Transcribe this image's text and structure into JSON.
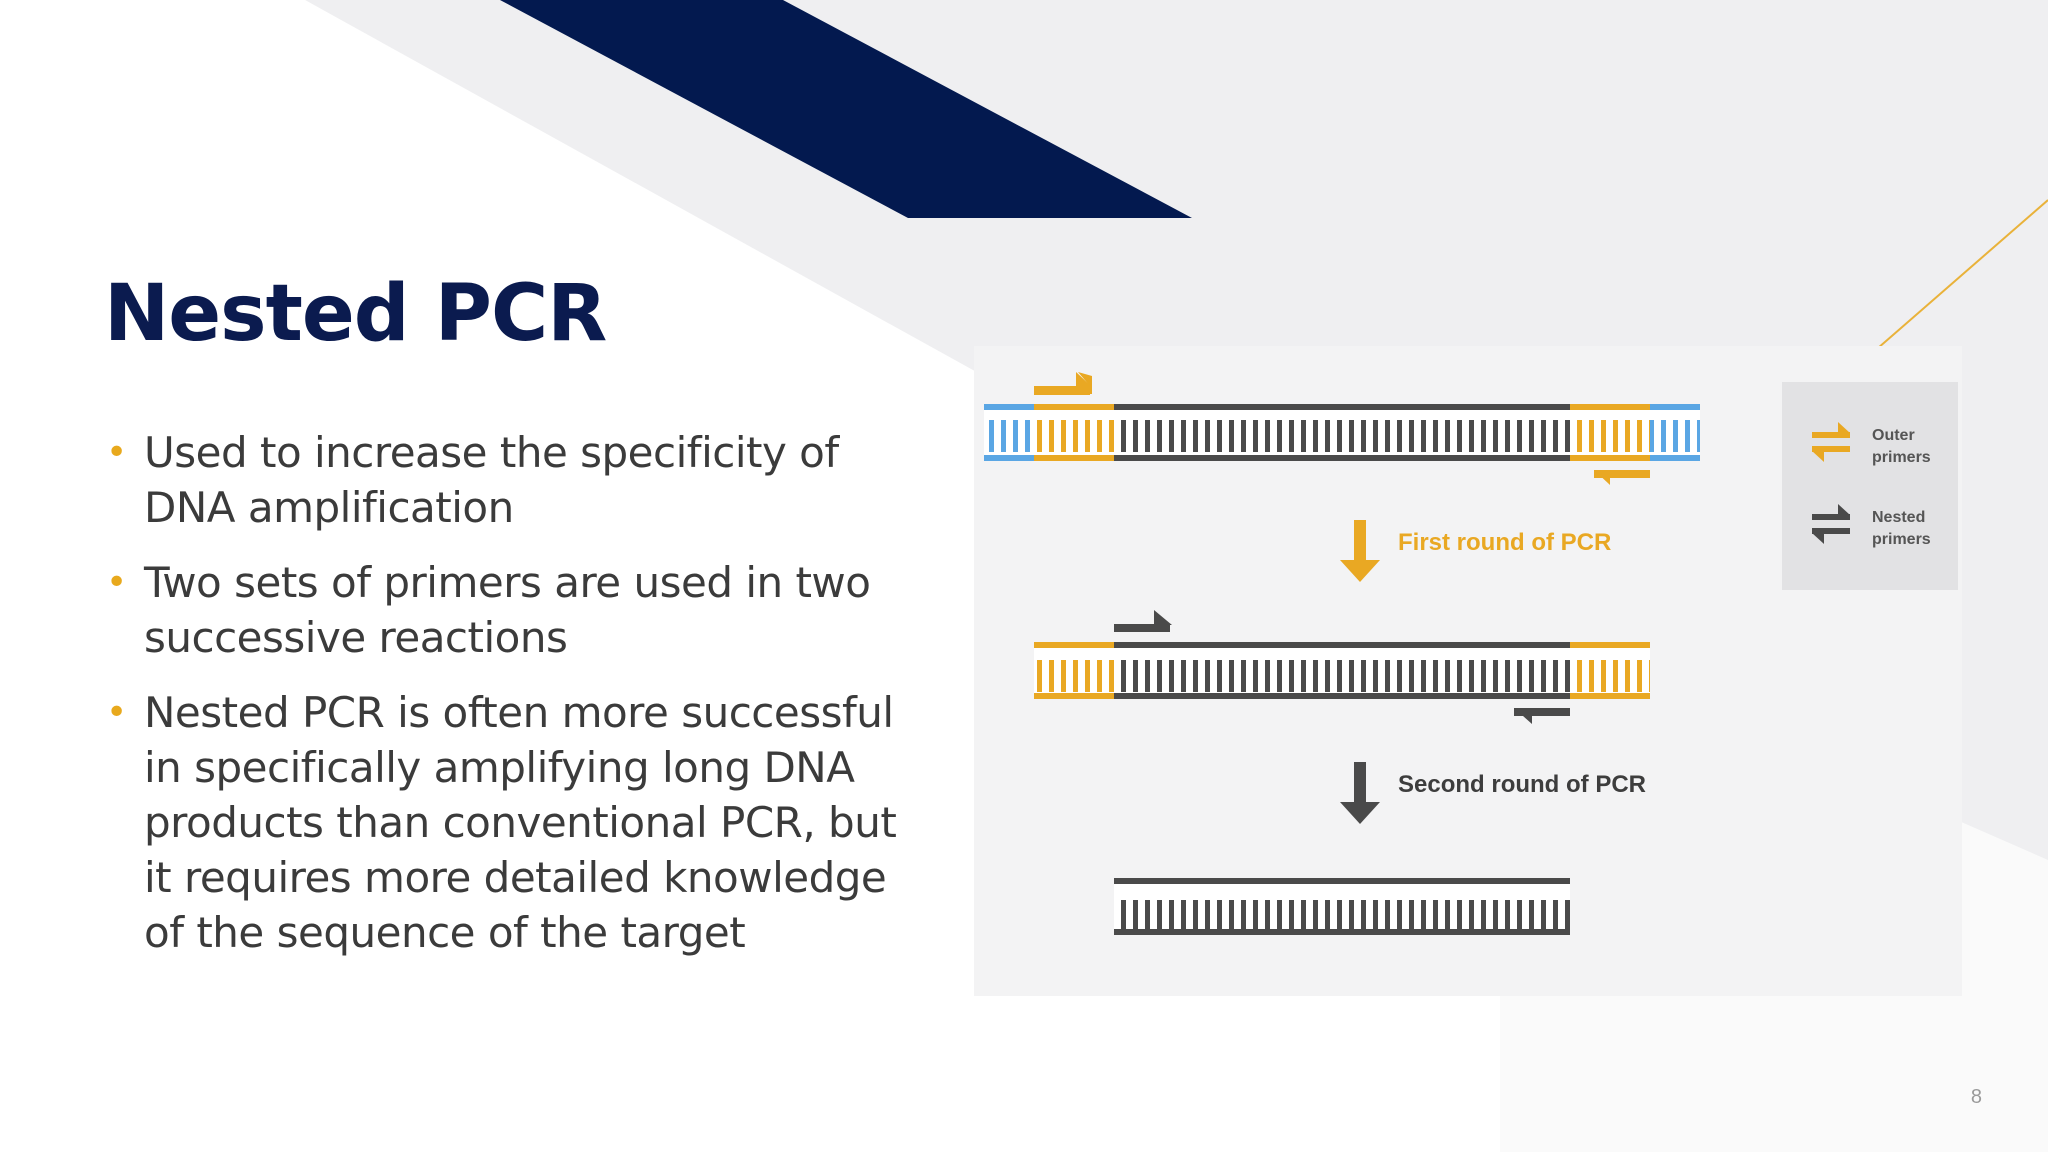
{
  "slide": {
    "title": "Nested PCR",
    "bullets": [
      {
        "text": "Used to increase the specificity of DNA amplification"
      },
      {
        "text": "Two sets of primers are used in two successive reactions"
      },
      {
        "text": " Nested PCR is often more successful in specifically amplifying long DNA products than conventional PCR, but it requires more detailed knowledge of the sequence of the target"
      }
    ],
    "slide_number": "8"
  },
  "figure": {
    "step1_label": "First round of PCR",
    "step2_label": "Second round of PCR",
    "legend": {
      "outer_line1": "Outer",
      "outer_line2": "primers",
      "nested_line1": "Nested",
      "nested_line2": "primers"
    }
  },
  "colors": {
    "title": "#0b1b4f",
    "navy_accent": "#03194f",
    "bullet_dot": "#e8a91d",
    "body_text": "#3b3b3b",
    "outer_primer": "#e9a823",
    "nested_primer": "#4a4a4a",
    "dna_blue": "#5aa6e4"
  }
}
